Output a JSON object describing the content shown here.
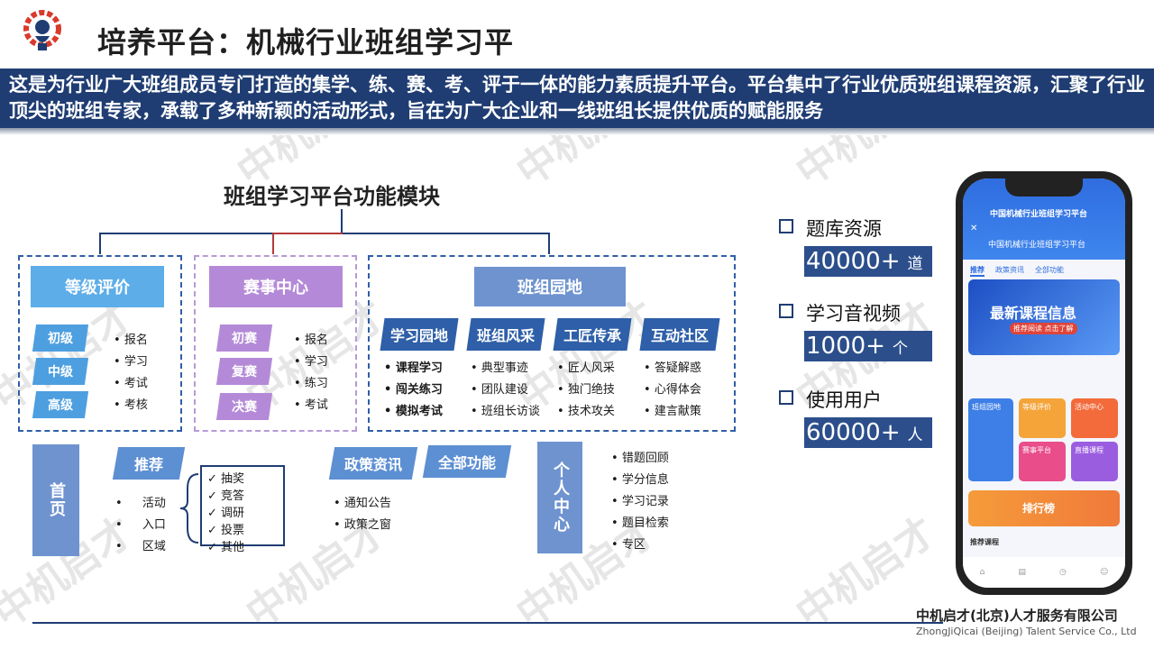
{
  "header": {
    "title": "培养平台：机械行业班组学习平",
    "banner_text": "这是为行业广大班组成员专门打造的集学、练、赛、考、评于一体的能力素质提升平台。平台集中了行业优质班组课程资源，汇聚了行业顶尖的班组专家，承载了多种新颖的活动形式，旨在为广大企业和一线班组长提供优质的赋能服务",
    "watermark": "中机启才"
  },
  "diagram": {
    "title": "班组学习平台功能模块",
    "level_eval": {
      "title": "等级评价",
      "tags": [
        "初级",
        "中级",
        "高级"
      ],
      "items": [
        "报名",
        "学习",
        "考试",
        "考核"
      ]
    },
    "contest": {
      "title": "赛事中心",
      "tags": [
        "初赛",
        "复赛",
        "决赛"
      ],
      "items": [
        "报名",
        "学习",
        "练习",
        "考试"
      ]
    },
    "garden": {
      "title": "班组园地",
      "columns": [
        {
          "title": "学习园地",
          "items": [
            "课程学习",
            "闯关练习",
            "模拟考试"
          ]
        },
        {
          "title": "班组风采",
          "items": [
            "典型事迹",
            "团队建设",
            "班组长访谈"
          ]
        },
        {
          "title": "工匠传承",
          "items": [
            "匠人风采",
            "独门绝技",
            "技术攻关"
          ]
        },
        {
          "title": "互动社区",
          "items": [
            "答疑解惑",
            "心得体会",
            "建言献策"
          ]
        }
      ]
    },
    "home": {
      "title": "首页",
      "recommend": "推荐",
      "items": [
        "活动",
        "入口",
        "区域"
      ],
      "checks": [
        "抽奖",
        "竞答",
        "调研",
        "投票",
        "其他"
      ]
    },
    "policy": {
      "title": "政策资讯",
      "items": [
        "通知公告",
        "政策之窗"
      ]
    },
    "all_functions": "全部功能",
    "personal": {
      "title": "个人中心",
      "items": [
        "错题回顾",
        "学分信息",
        "学习记录",
        "题目检索",
        "专区"
      ]
    }
  },
  "stats": [
    {
      "label": "题库资源",
      "value": "40000+",
      "unit": "道"
    },
    {
      "label": "学习音视频",
      "value": "1000+",
      "unit": "个"
    },
    {
      "label": "使用用户",
      "value": "60000+",
      "unit": "人"
    }
  ],
  "phone": {
    "top_title": "中国机械行业班组学习平台",
    "header": "中国机械行业班组学习平台",
    "nav": [
      "推荐",
      "政策资讯",
      "全部功能"
    ],
    "banner": "最新课程信息",
    "banner_sub": "推荐阅读 点击了解",
    "tiles": [
      "班组园地",
      "等级评价",
      "活动中心",
      "赛事平台",
      "直播课程"
    ],
    "rank": "排行榜",
    "section": "推荐课程"
  },
  "footer": {
    "company_cn": "中机启才(北京)人才服务有限公司",
    "company_en": "ZhongJiQicai (Beijing) Talent Service Co., Ltd"
  },
  "colors": {
    "navy": "#1f3d73",
    "blue": "#5dade8",
    "purple": "#b48ad8",
    "steel": "#6e93cf"
  }
}
